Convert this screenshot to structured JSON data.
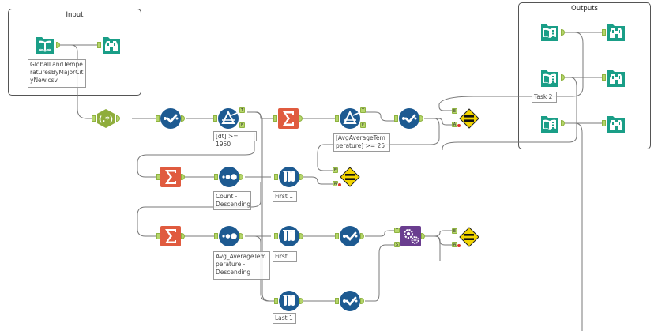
{
  "containers": {
    "input": {
      "title": "Input"
    },
    "outputs": {
      "title": "Outputs"
    }
  },
  "annotations": {
    "input_file": "GlobalLandTempe\nraturesByMajorCit\nyNew.csv",
    "filter_dt": "[dt] >= 1950",
    "filter_avg": "[AvgAverageTem\nperature] >= 25",
    "sort_count": "Count -\nDescending",
    "sample_first_a": "First 1",
    "sort_avg": "Avg_AverageTem\nperature -\nDescending",
    "sample_first_b": "First 1",
    "sample_last": "Last 1",
    "task2": "Task 2"
  },
  "anchor_labels": {
    "true": "T",
    "false": "F",
    "expected": "E",
    "actual": "A",
    "join_left": "T",
    "join_right": "S"
  },
  "colors": {
    "input_tool": "#1a9e87",
    "developer": "#8fad3c",
    "prep": "#1d5a91",
    "summarize": "#e05b3f",
    "test": "#f3d500",
    "macro": "#6a3d8f",
    "anchor": "#b5d56a",
    "wire": "#7a7a7a"
  }
}
